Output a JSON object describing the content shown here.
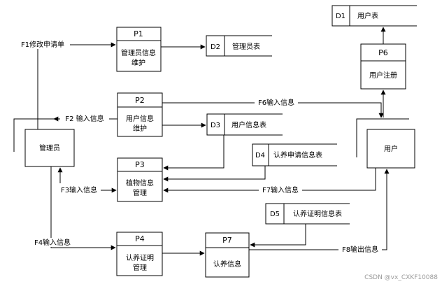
{
  "processes": {
    "p1": {
      "id": "P1",
      "name_line1": "管理员信息",
      "name_line2": "维护"
    },
    "p2": {
      "id": "P2",
      "name_line1": "用户信息",
      "name_line2": "维护"
    },
    "p3": {
      "id": "P3",
      "name_line1": "植物信息",
      "name_line2": "管理"
    },
    "p4": {
      "id": "P4",
      "name_line1": "认养证明",
      "name_line2": "管理"
    },
    "p6": {
      "id": "P6",
      "name_line1": "用户注册"
    },
    "p7": {
      "id": "P7",
      "name_line1": "认养信息"
    }
  },
  "stores": {
    "d1": {
      "id": "D1",
      "name": "用户表"
    },
    "d2": {
      "id": "D2",
      "name": "管理员表"
    },
    "d3": {
      "id": "D3",
      "name": "用户信息表"
    },
    "d4": {
      "id": "D4",
      "name": "认养申请信息表"
    },
    "d5": {
      "id": "D5",
      "name": "认养证明信息表"
    }
  },
  "entities": {
    "admin": {
      "name": "管理员"
    },
    "user": {
      "name": "用户"
    }
  },
  "flows": {
    "f1": "F1修改申请单",
    "f2": "F2 输入信息",
    "f3": "F3输入信息",
    "f4": "F4输入信息",
    "f6": "F6输入信息",
    "f7": "F7输入信息",
    "f8": "F8输出信息"
  },
  "watermark": "CSDN @vx_CXKF10088"
}
